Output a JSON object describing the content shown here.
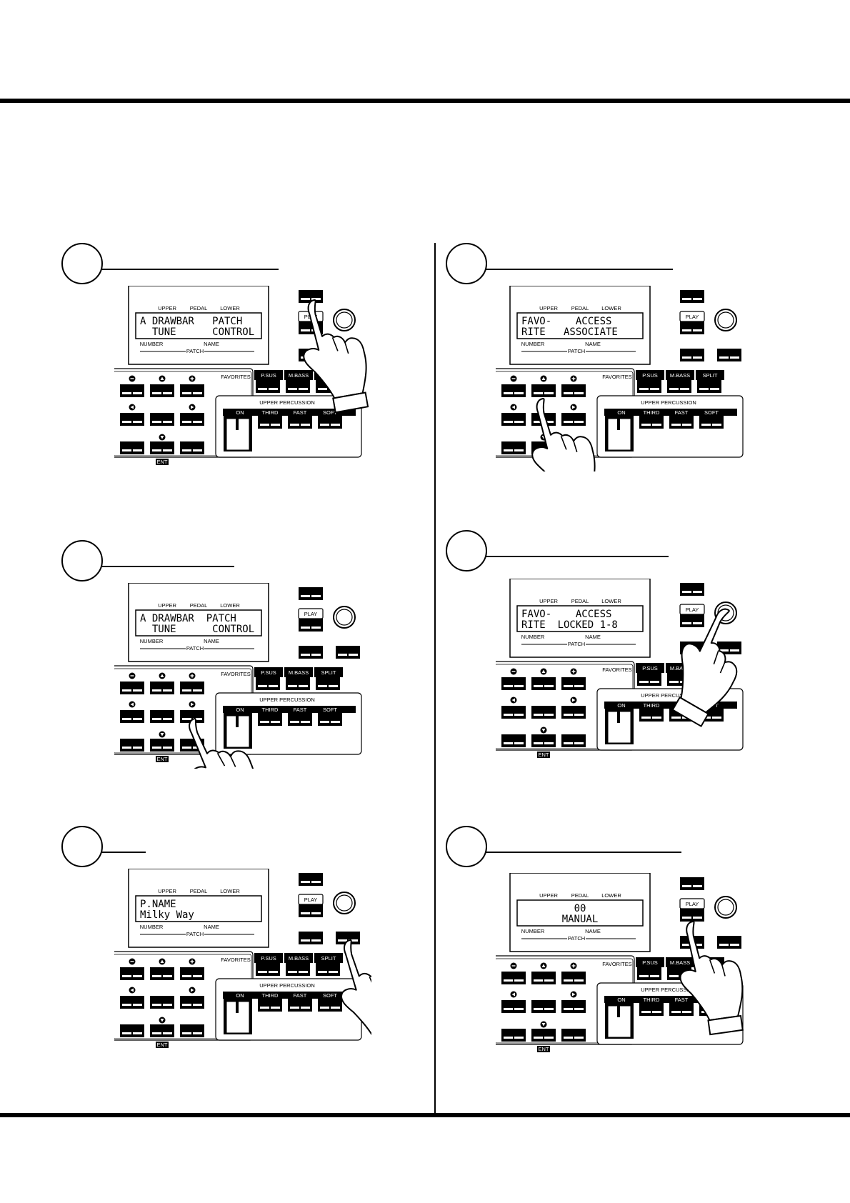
{
  "labels": {
    "upper": "UPPER",
    "pedal": "PEDAL",
    "lower": "LOWER",
    "number": "NUMBER",
    "name": "NAME",
    "patch": "PATCH",
    "play": "PLAY",
    "favorites": "FAVORITES",
    "psus": "P.SUS",
    "mbass": "M.BASS",
    "split": "SPLIT",
    "upper_percussion": "UPPER PERCUSSION",
    "on": "ON",
    "third": "THIRD",
    "fast": "FAST",
    "soft": "SOFT",
    "ent": "ENT"
  },
  "steps": [
    {
      "lcd_line1": "A DRAWBAR   PATCH",
      "lcd_line2": "  TUNE      CONTROL",
      "finger": "top-right-button"
    },
    {
      "lcd_line1": "A DRAWBAR  PATCH",
      "lcd_line2": "  TUNE      CONTROL",
      "finger": "right-arrow-button"
    },
    {
      "lcd_line1": "P.NAME",
      "lcd_line2": "Milky Way",
      "finger": "lower-right-button"
    },
    {
      "lcd_line1": "FAVO-    ACCESS",
      "lcd_line2": "RITE   ASSOCIATE",
      "finger": "up-arrow-button"
    },
    {
      "lcd_line1": "FAVO-    ACCESS",
      "lcd_line2": "RITE  LOCKED 1-8",
      "finger": "value-knob"
    },
    {
      "lcd_line1": "00",
      "lcd_line2": "MANUAL",
      "finger": "play-button"
    }
  ]
}
